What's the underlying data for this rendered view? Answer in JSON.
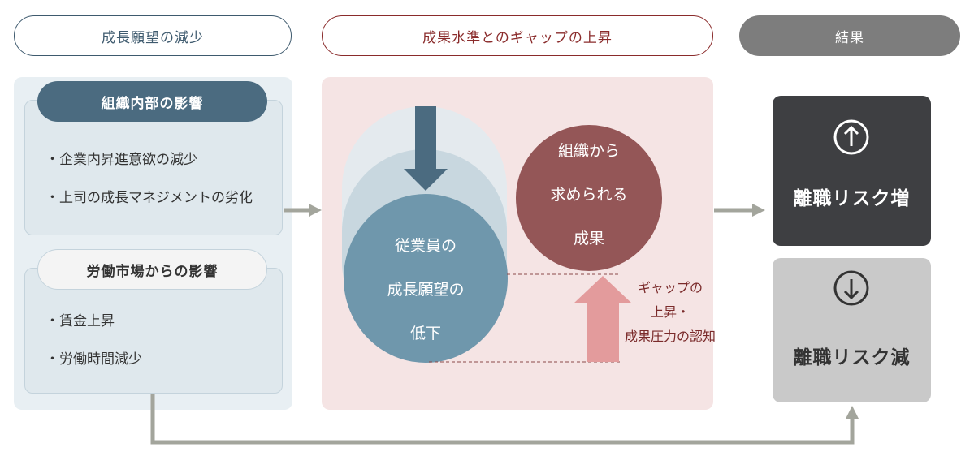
{
  "headers": {
    "left": "成長願望の減少",
    "middle": "成果水準とのギャップの上昇",
    "right": "結果"
  },
  "left": {
    "internal": {
      "title": "組織内部の影響",
      "items": [
        "・企業内昇進意欲の減少",
        "・上司の成長マネジメントの劣化"
      ]
    },
    "market": {
      "title": "労働市場からの影響",
      "items": [
        "・賃金上昇",
        "・労働時間減少"
      ]
    }
  },
  "middle": {
    "employee_circle": [
      "従業員の",
      "成長願望の",
      "低下"
    ],
    "org_circle": [
      "組織から",
      "求められる",
      "成果"
    ],
    "gap_label": [
      "ギャップの",
      "上昇・",
      "成果圧力の認知"
    ]
  },
  "results": {
    "increase": "離職リスク増",
    "decrease": "離職リスク減"
  },
  "colors": {
    "navy": "#4b6b80",
    "employee_circle": "#6f97ac",
    "org_circle": "#945657",
    "gap_arrow": "#e39b9c",
    "connector": "#a3a59c"
  }
}
